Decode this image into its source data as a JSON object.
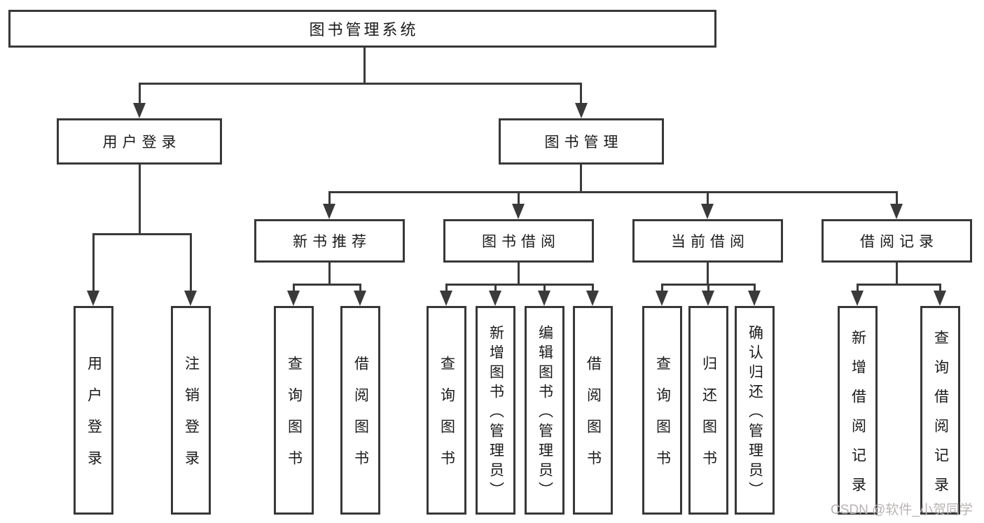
{
  "diagram": {
    "root": {
      "label": "图书管理系统"
    },
    "branches": {
      "user_login": {
        "label": "用户登录",
        "children": {
          "login": "用户登录",
          "logout": "注销登录"
        }
      },
      "book_mgmt": {
        "label": "图书管理",
        "sections": {
          "new_books": {
            "label": "新书推荐",
            "children": {
              "query_book": "查询图书",
              "borrow_book": "借阅图书"
            }
          },
          "book_borrow": {
            "label": "图书借阅",
            "children": {
              "query_book": "查询图书",
              "add_book": "新增图书（管理员）",
              "edit_book": "编辑图书（管理员）",
              "borrow_book": "借阅图书"
            }
          },
          "current_borrow": {
            "label": "当前借阅",
            "children": {
              "query_book": "查询图书",
              "return_book": "归还图书",
              "confirm_return": "确认归还（管理员）"
            }
          },
          "borrow_records": {
            "label": "借阅记录",
            "children": {
              "add_record": "新增借阅记录",
              "query_record": "查询借阅记录"
            }
          }
        }
      }
    }
  },
  "watermark": {
    "text": "CSDN @软件_小贺同学"
  },
  "colors": {
    "line": "#3a3a3a",
    "box_border": "#383838",
    "text": "#1a1a1a",
    "watermark": "#b9b3b3",
    "background": "#ffffff"
  }
}
